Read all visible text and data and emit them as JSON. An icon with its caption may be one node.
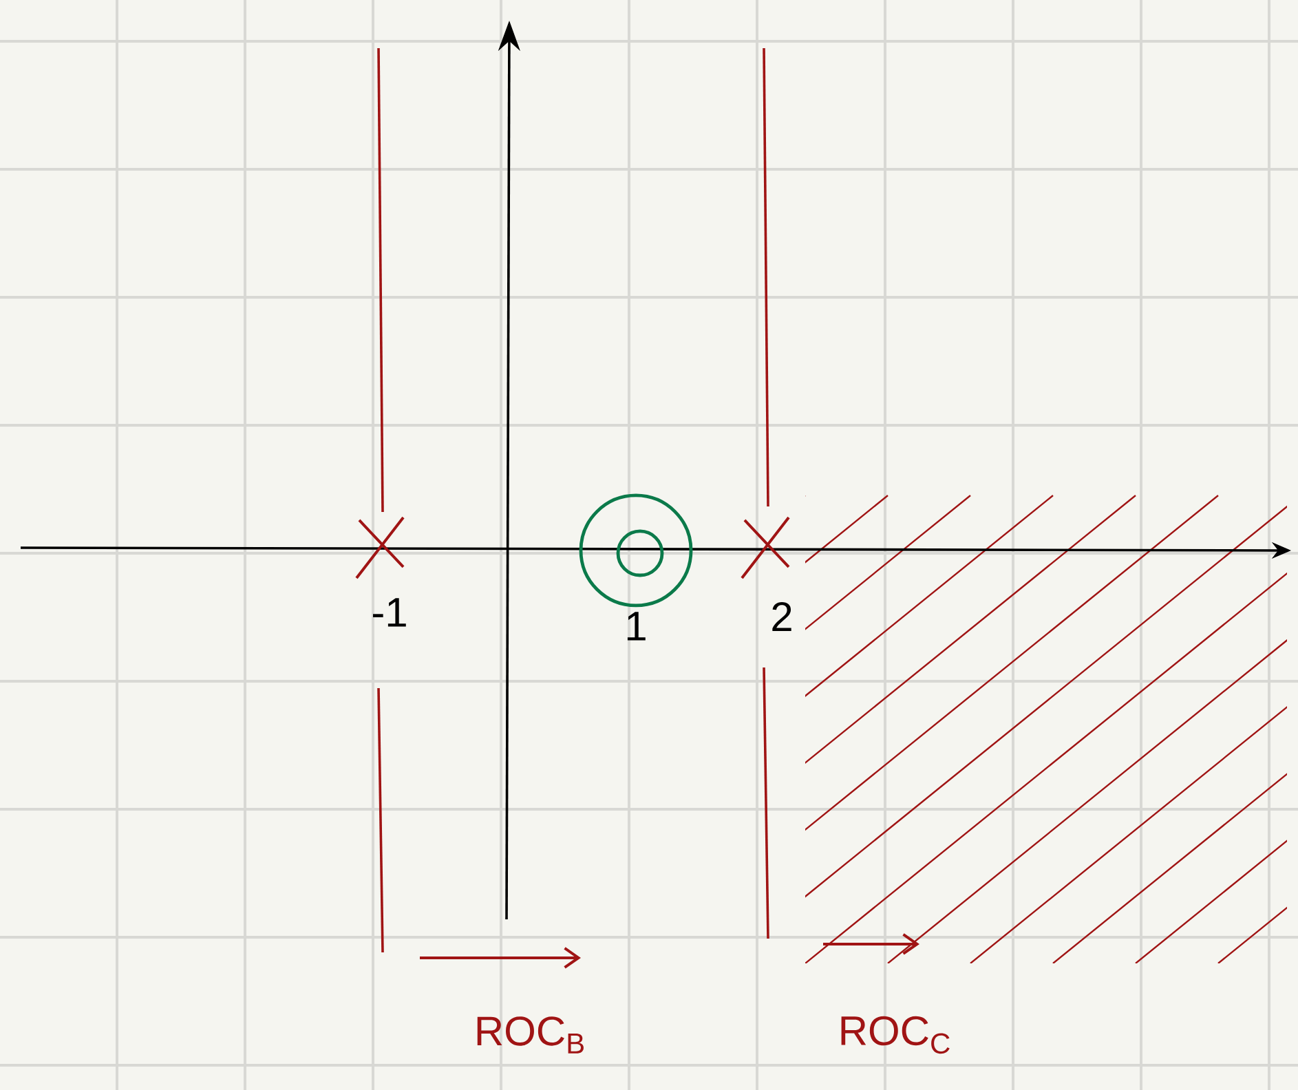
{
  "diagram": {
    "labels": [
      "-1",
      "1",
      "2",
      "ROC$_{B}$",
      "ROC$_{C}$"
    ]
  }
}
